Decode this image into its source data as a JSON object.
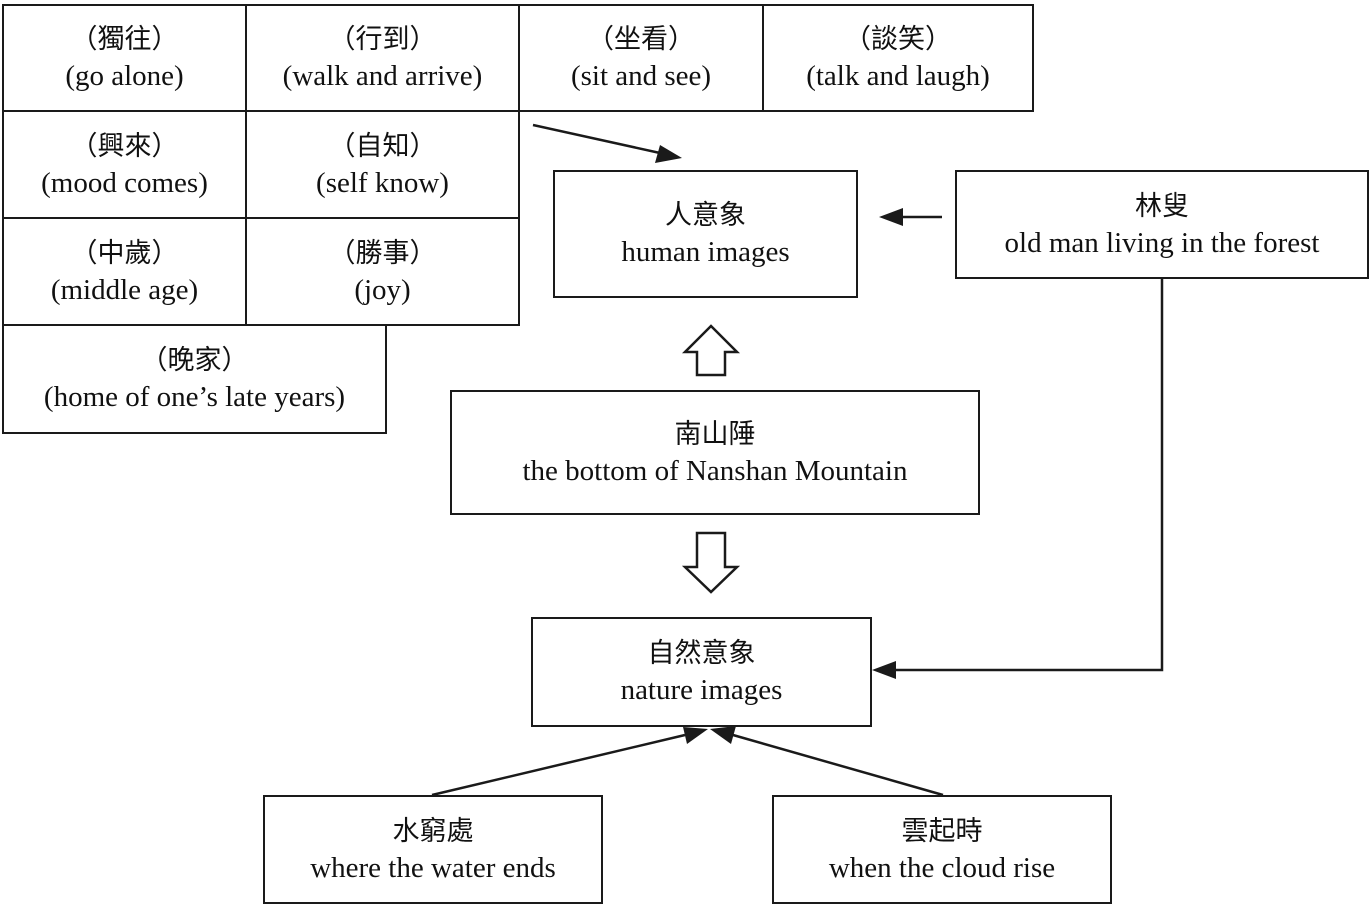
{
  "grid": [
    {
      "zh": "（獨往）",
      "en": "(go alone)"
    },
    {
      "zh": "（行到）",
      "en": "(walk and arrive)"
    },
    {
      "zh": "（坐看）",
      "en": "(sit and see)"
    },
    {
      "zh": "（談笑）",
      "en": "(talk and laugh)"
    },
    {
      "zh": "（興來）",
      "en": "(mood comes)"
    },
    {
      "zh": "（自知）",
      "en": "(self know)"
    },
    {
      "zh": "（中歲）",
      "en": "(middle age)"
    },
    {
      "zh": "（勝事）",
      "en": "(joy)"
    },
    {
      "zh": "（晚家）",
      "en": "(home of one’s late years)"
    }
  ],
  "human_images": {
    "zh": "人意象",
    "en": "human images"
  },
  "old_man": {
    "zh": "林叟",
    "en": "old man living in the forest"
  },
  "nanshan": {
    "zh": "南山陲",
    "en": "the bottom of Nanshan Mountain"
  },
  "nature_images": {
    "zh": "自然意象",
    "en": "nature images"
  },
  "water": {
    "zh": "水窮處",
    "en": "where the water ends"
  },
  "cloud": {
    "zh": "雲起時",
    "en": "when the cloud rise"
  }
}
